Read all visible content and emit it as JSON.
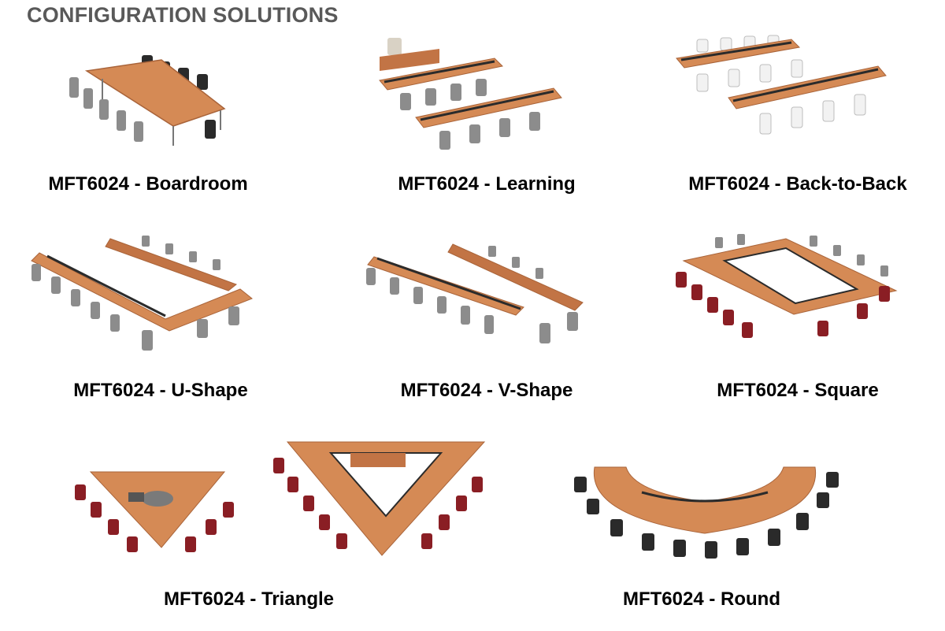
{
  "page": {
    "title": "CONFIGURATION SOLUTIONS"
  },
  "colors": {
    "tabletop": "#d58a55",
    "tabletop_edge": "#a9643a",
    "cable_trough": "#2b2b2b",
    "chair_black": "#2a2a2a",
    "chair_grey": "#8c8c8c",
    "chair_white": "#f2f2f2",
    "chair_red": "#8a1e24"
  },
  "configurations": [
    {
      "id": "boardroom",
      "caption": "MFT6024 - Boardroom"
    },
    {
      "id": "learning",
      "caption": "MFT6024 - Learning"
    },
    {
      "id": "back-to-back",
      "caption": "MFT6024 - Back-to-Back"
    },
    {
      "id": "u-shape",
      "caption": "MFT6024 - U-Shape"
    },
    {
      "id": "v-shape",
      "caption": "MFT6024 - V-Shape"
    },
    {
      "id": "square",
      "caption": "MFT6024 - Square"
    },
    {
      "id": "triangle",
      "caption": "MFT6024 - Triangle"
    },
    {
      "id": "round",
      "caption": "MFT6024 - Round"
    }
  ]
}
